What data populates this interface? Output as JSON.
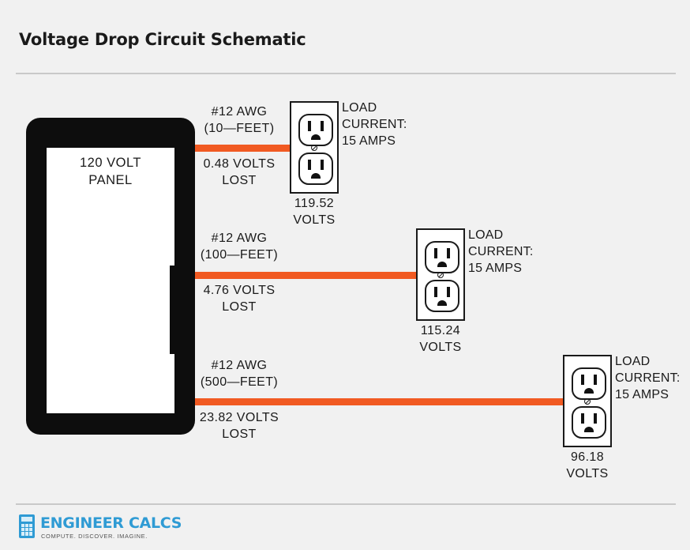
{
  "title": "Voltage Drop Circuit Schematic",
  "panel": {
    "label": "120 VOLT\nPANEL"
  },
  "circuits": [
    {
      "wire_label": "#12 AWG\n(10—FEET)",
      "drop_label": "0.48 VOLTS\nLOST",
      "load_label": "LOAD\nCURRENT:\n15 AMPS",
      "outlet_voltage": "119.52\nVOLTS"
    },
    {
      "wire_label": "#12 AWG\n(100—FEET)",
      "drop_label": "4.76 VOLTS\nLOST",
      "load_label": "LOAD\nCURRENT:\n15 AMPS",
      "outlet_voltage": "115.24\nVOLTS"
    },
    {
      "wire_label": "#12 AWG\n(500—FEET)",
      "drop_label": "23.82 VOLTS\nLOST",
      "load_label": "LOAD\nCURRENT:\n15 AMPS",
      "outlet_voltage": "96.18\nVOLTS"
    }
  ],
  "colors": {
    "wire": "#f15a22",
    "panel": "#0d0d0d",
    "brand": "#2f9bd4"
  },
  "logo": {
    "name": "ENGINEER CALCS",
    "tagline": "COMPUTE. DISCOVER. IMAGINE."
  }
}
